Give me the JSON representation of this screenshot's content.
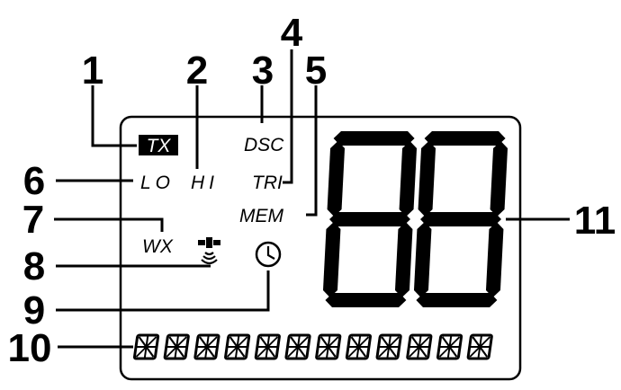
{
  "lcd_labels": {
    "tx": "TX",
    "dsc": "DSC",
    "lo": "LO",
    "hi": "HI",
    "tri": "TRI",
    "mem": "MEM",
    "wx": "WX"
  },
  "callouts": [
    "1",
    "2",
    "3",
    "4",
    "5",
    "6",
    "7",
    "8",
    "9",
    "10",
    "11"
  ],
  "icons": {
    "gps": "satellite-icon",
    "clock": "clock-icon",
    "big_digits": "seven-segment-digits",
    "dot_matrix": "starburst-character-display"
  },
  "dot_matrix_char_count": 12,
  "big_digit_count": 2
}
